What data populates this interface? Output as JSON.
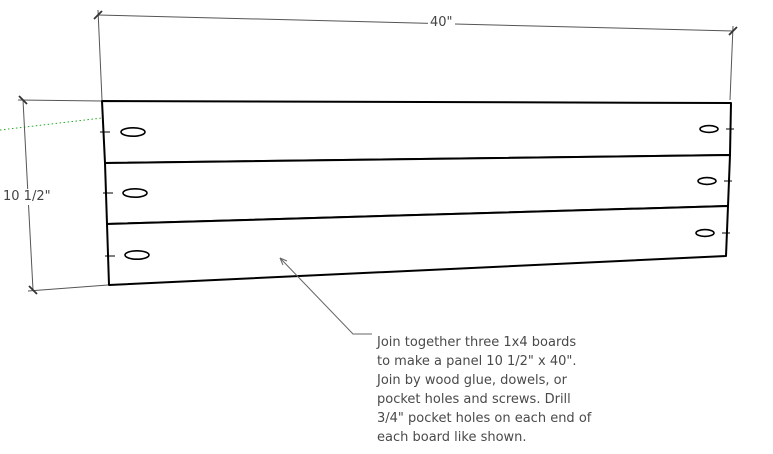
{
  "dimensions": {
    "width": "40\"",
    "height": "10 1/2\""
  },
  "note": {
    "lines": [
      "Join together three 1x4 boards",
      "to make a panel 10 1/2\" x 40\".",
      "Join by wood glue, dowels, or",
      "pocket holes and screws.  Drill",
      "3/4\" pocket holes on each end of",
      "each board like shown."
    ]
  },
  "colors": {
    "board_stroke": "#000000",
    "dimension_line": "#555555",
    "axis_guide": "#22aa22",
    "leader_line": "#666666"
  }
}
